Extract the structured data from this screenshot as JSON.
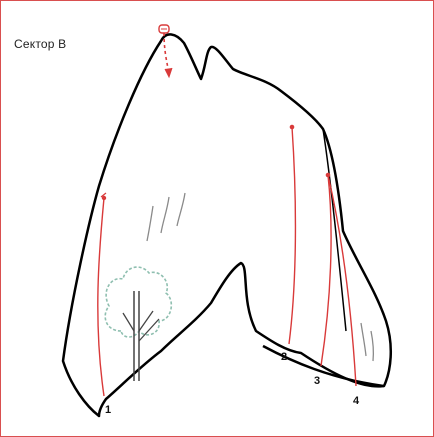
{
  "sector_title": "Сектор В",
  "route_labels": [
    "1",
    "2",
    "3",
    "4"
  ],
  "colors": {
    "frame": "#d94f4f",
    "outline": "#000000",
    "route": "#d93a3a",
    "tree": "#8fbfb0",
    "texture": "#8a8a8a"
  }
}
